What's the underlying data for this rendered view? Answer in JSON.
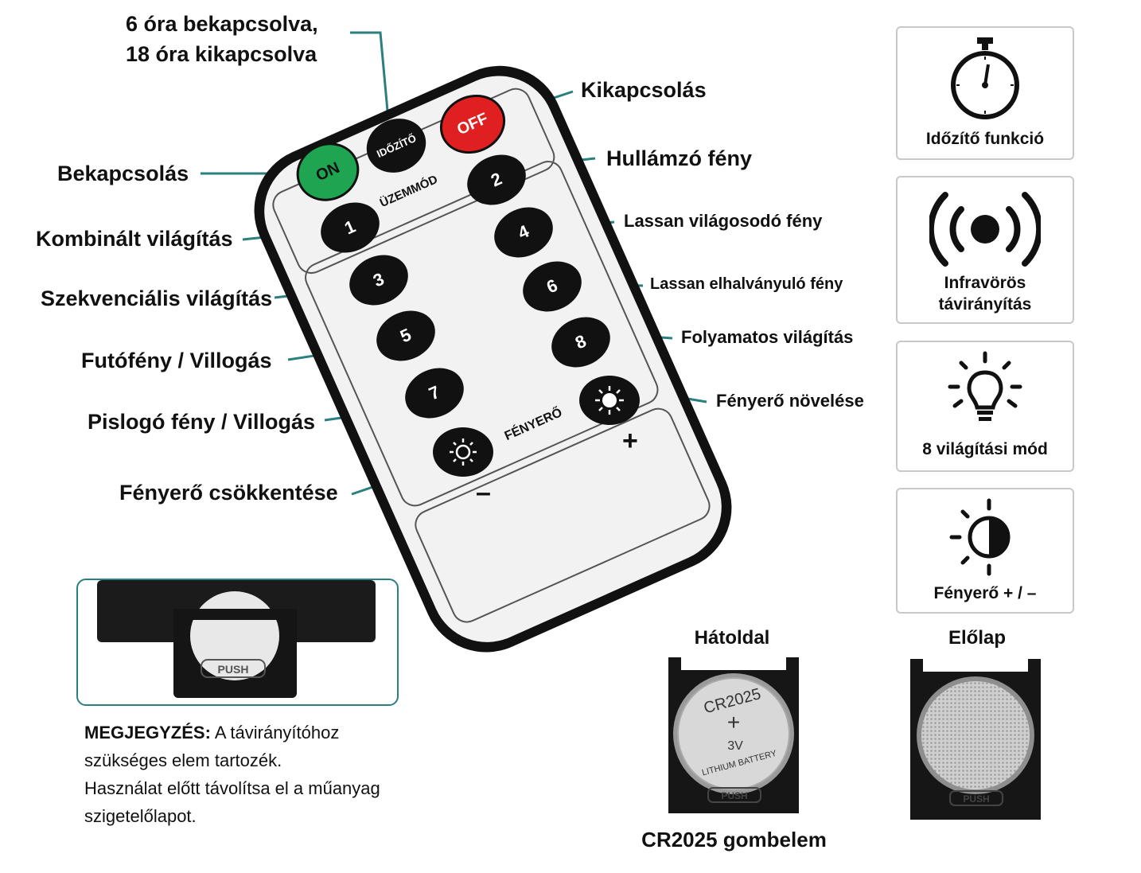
{
  "remote": {
    "buttons": {
      "on": "ON",
      "timer": "IDŐZÍTŐ",
      "off": "OFF",
      "mode_section": "ÜZEMMÓD",
      "brightness_section": "FÉNYERŐ",
      "plus": "+",
      "minus": "–",
      "modes": [
        "1",
        "2",
        "3",
        "4",
        "5",
        "6",
        "7",
        "8"
      ]
    }
  },
  "callouts": {
    "timer": [
      "6 óra bekapcsolva,",
      "18 óra kikapcsolva"
    ],
    "off": "Kikapcsolás",
    "on": "Bekapcsolás",
    "mode2": "Hullámzó fény",
    "mode1": "Kombinált világítás",
    "mode4": "Lassan világosodó fény",
    "mode3": "Szekvenciális világítás",
    "mode6": "Lassan elhalványuló fény",
    "mode5": "Futófény / Villogás",
    "mode8": "Folyamatos világítás",
    "mode7": "Pislogó fény / Villogás",
    "bright_up": "Fényerő növelése",
    "bright_down": "Fényerő csökkentése"
  },
  "features": [
    {
      "icon": "stopwatch-icon",
      "text": [
        "Időzítő funkció"
      ]
    },
    {
      "icon": "infrared-signal-icon",
      "text": [
        "Infravörös",
        "távirányítás"
      ]
    },
    {
      "icon": "lightbulb-icon",
      "text": [
        "8 világítási mód"
      ]
    },
    {
      "icon": "brightness-icon",
      "text": [
        "Fényerő + / –"
      ]
    }
  ],
  "battery": {
    "back_title": "Hátoldal",
    "front_title": "Előlap",
    "caption": "CR2025 gombelem",
    "cell_model": "CR2025",
    "cell_plus": "+",
    "cell_voltage": "3V",
    "cell_type": "LITHIUM BATTERY",
    "tray_label": "PUSH"
  },
  "note": {
    "heading": "MEGJEGYZÉS:",
    "lines": [
      "A távirányítóhoz",
      "szükséges elem tartozék.",
      "Használat előtt távolítsa el a műanyag",
      "szigetelőlapot."
    ]
  },
  "colors": {
    "accent_line": "#2a7f7f",
    "on_button": "#1fa552",
    "off_button": "#e02020",
    "button_black": "#111111",
    "remote_face": "#f2f2f2"
  }
}
